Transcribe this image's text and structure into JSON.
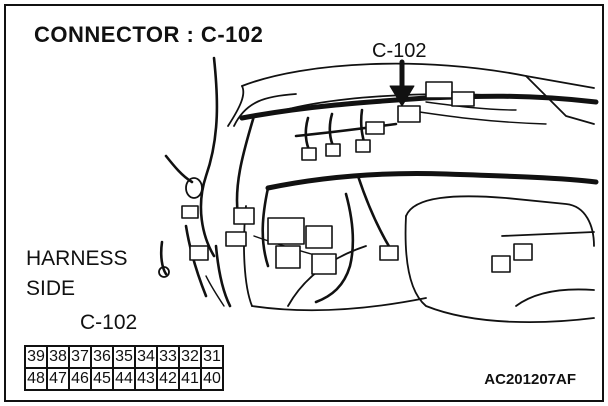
{
  "title": "CONNECTOR : C-102",
  "callout_label": "C-102",
  "harness_side": {
    "line1": "HARNESS",
    "line2": "SIDE"
  },
  "connector_label": "C-102",
  "pinout": {
    "row1": [
      "39",
      "38",
      "37",
      "36",
      "35",
      "34",
      "33",
      "32",
      "31"
    ],
    "row2": [
      "48",
      "47",
      "46",
      "45",
      "44",
      "43",
      "42",
      "41",
      "40"
    ]
  },
  "reference_code": "AC201207AF"
}
